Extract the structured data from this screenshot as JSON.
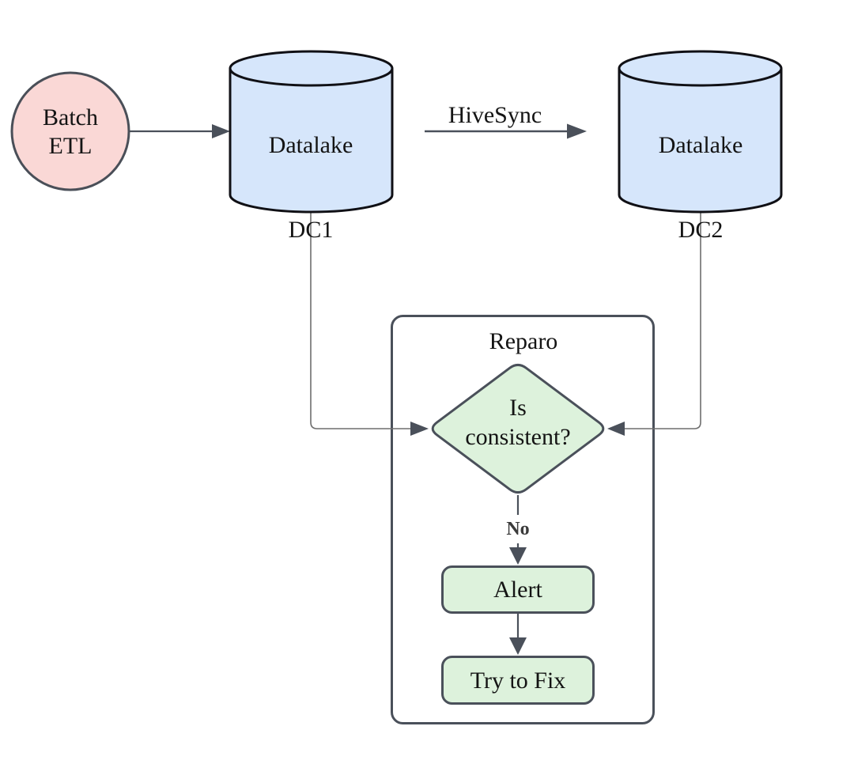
{
  "colors": {
    "background": "#ffffff",
    "node_pink_fill": "#fad8d6",
    "node_pink_stroke": "#4a4f58",
    "node_blue_fill": "#d6e6fb",
    "node_blue_stroke": "#101015",
    "node_green_fill": "#ddf2dc",
    "node_green_stroke": "#4a505a",
    "container_fill": "#ffffff",
    "container_stroke": "#4a505a",
    "arrow": "#4a505a",
    "thin_line": "#6e6e6e",
    "text": "#141414"
  },
  "nodes": {
    "batch_etl": {
      "line1": "Batch",
      "line2": "ETL"
    },
    "datalake_dc1": {
      "label": "Datalake",
      "caption": "DC1"
    },
    "datalake_dc2": {
      "label": "Datalake",
      "caption": "DC2"
    },
    "reparo": {
      "title": "Reparo"
    },
    "decision": {
      "line1": "Is",
      "line2": "consistent?"
    },
    "alert": {
      "label": "Alert"
    },
    "try_to_fix": {
      "label": "Try to Fix"
    }
  },
  "edges": {
    "hivesync_label": "HiveSync",
    "no_label": "No"
  }
}
